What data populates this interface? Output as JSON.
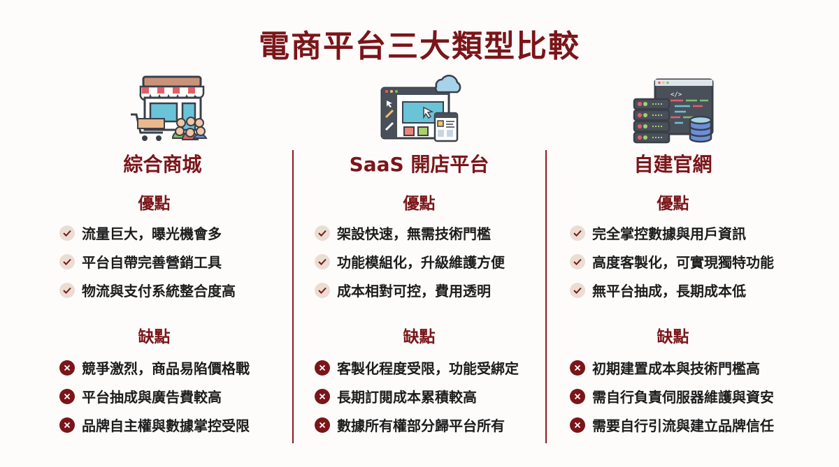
{
  "title": "電商平台三大類型比較",
  "colors": {
    "accent": "#7a1519",
    "check_bg": "#ebddd3",
    "text": "#1c1c1c",
    "background": "#fdfcfb"
  },
  "columns": [
    {
      "name": "綜合商城",
      "icon": "storefront-shopping-cart-crowd-icon",
      "pros_title": "優點",
      "pros": [
        "流量巨大，曝光機會多",
        "平台自帶完善營銷工具",
        "物流與支付系統整合度高"
      ],
      "cons_title": "缺點",
      "cons": [
        "競爭激烈，商品易陷價格戰",
        "平台抽成與廣告費較高",
        "品牌自主權與數據掌控受限"
      ]
    },
    {
      "name": "SaaS 開店平台",
      "icon": "website-builder-cloud-icon",
      "pros_title": "優點",
      "pros": [
        "架設快速，無需技術門檻",
        "功能模組化，升級維護方便",
        "成本相對可控，費用透明"
      ],
      "cons_title": "缺點",
      "cons": [
        "客製化程度受限，功能受綁定",
        "長期訂閱成本累積較高",
        "數據所有權部分歸平台所有"
      ]
    },
    {
      "name": "自建官網",
      "icon": "server-code-database-icon",
      "pros_title": "優點",
      "pros": [
        "完全掌控數據與用戶資訊",
        "高度客製化，可實現獨特功能",
        "無平台抽成，長期成本低"
      ],
      "cons_title": "缺點",
      "cons": [
        "初期建置成本與技術門檻高",
        "需自行負責伺服器維護與資安",
        "需要自行引流與建立品牌信任"
      ]
    }
  ]
}
